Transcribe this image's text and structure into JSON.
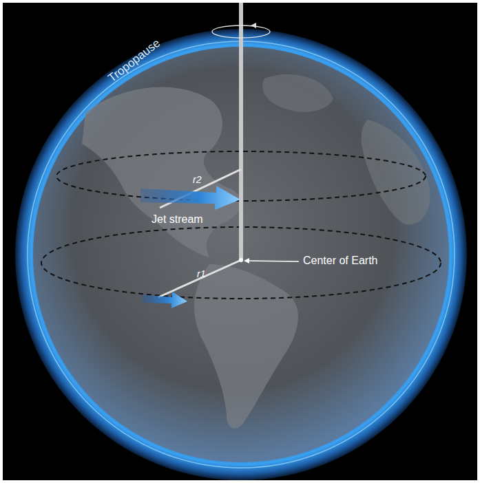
{
  "diagram": {
    "labels": [
      "Tropopause",
      "r2",
      "Jet stream",
      "Center of Earth",
      "r1"
    ]
  }
}
